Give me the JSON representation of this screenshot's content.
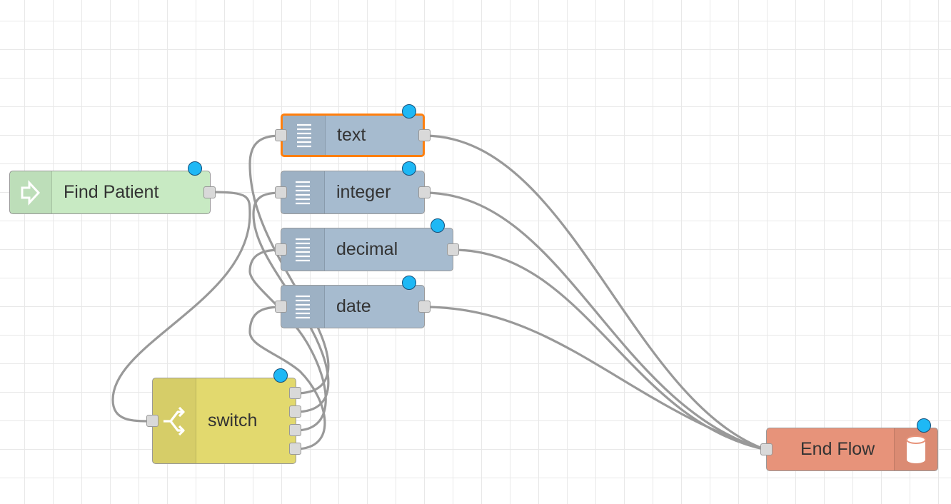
{
  "flow": {
    "nodes": [
      {
        "id": "find-patient",
        "label": "Find Patient",
        "type": "input",
        "icon": "arrow-in-icon",
        "color": "#c8eac3"
      },
      {
        "id": "text",
        "label": "text",
        "type": "function",
        "icon": "list-icon",
        "color": "#a6bbcf",
        "selected": true
      },
      {
        "id": "integer",
        "label": "integer",
        "type": "function",
        "icon": "list-icon",
        "color": "#a6bbcf"
      },
      {
        "id": "decimal",
        "label": "decimal",
        "type": "function",
        "icon": "list-icon",
        "color": "#a6bbcf"
      },
      {
        "id": "date",
        "label": "date",
        "type": "function",
        "icon": "list-icon",
        "color": "#a6bbcf"
      },
      {
        "id": "switch",
        "label": "switch",
        "type": "switch",
        "icon": "switch-icon",
        "color": "#e2d96e",
        "outputs": 4
      },
      {
        "id": "end-flow",
        "label": "End Flow",
        "type": "output",
        "icon": "database-icon",
        "color": "#e7937a"
      }
    ],
    "connections": [
      {
        "from": "find-patient",
        "to": "switch"
      },
      {
        "from": "switch",
        "to": "text"
      },
      {
        "from": "switch",
        "to": "integer"
      },
      {
        "from": "switch",
        "to": "decimal"
      },
      {
        "from": "switch",
        "to": "date"
      },
      {
        "from": "text",
        "to": "end-flow"
      },
      {
        "from": "integer",
        "to": "end-flow"
      },
      {
        "from": "decimal",
        "to": "end-flow"
      },
      {
        "from": "date",
        "to": "end-flow"
      }
    ],
    "colors": {
      "wire": "#999999",
      "grid": "#e8e8e8",
      "selected_border": "#ff7f0e",
      "status_dot": "#1eb8f5"
    }
  }
}
